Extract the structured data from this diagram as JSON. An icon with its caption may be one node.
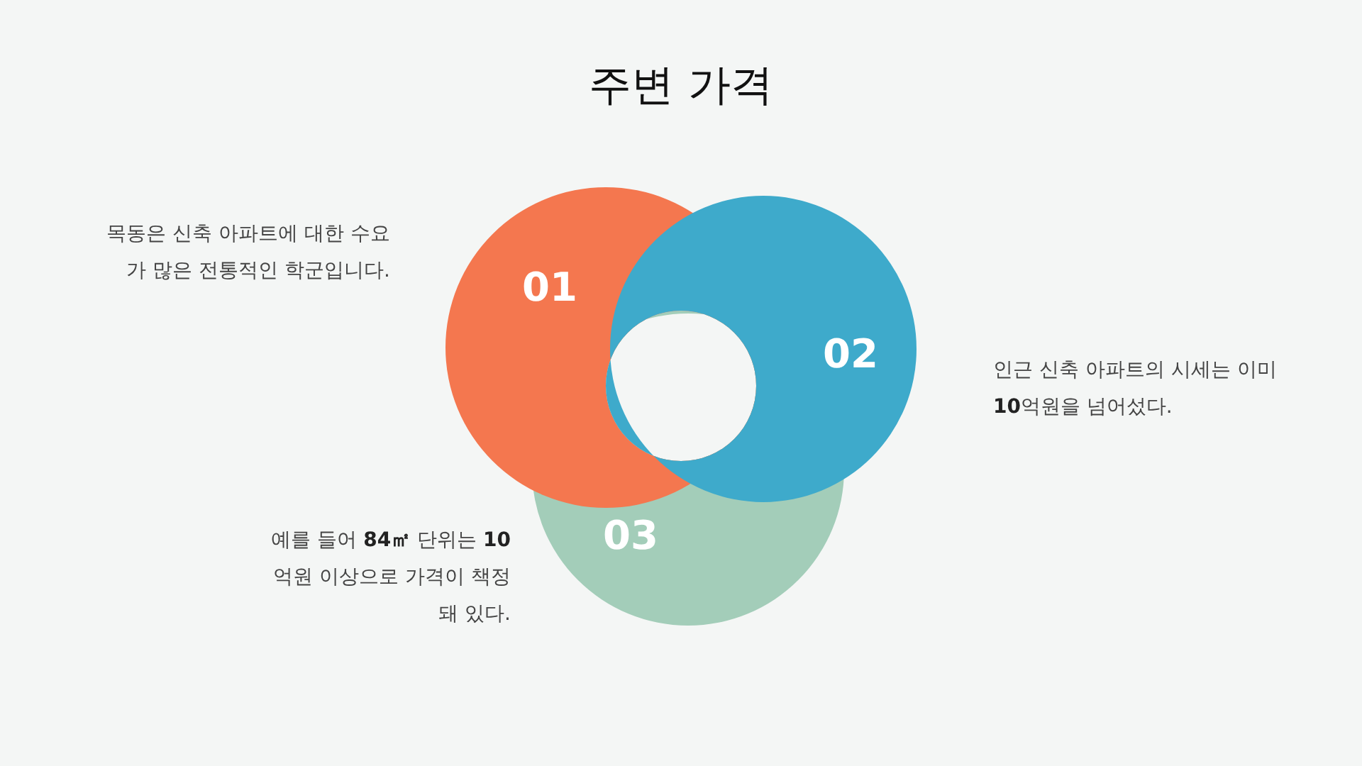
{
  "diagram": {
    "title": "주변 가격",
    "nodes": [
      {
        "text": [
          "01"
        ],
        "beside": [
          "목동은 신축 아파트에 대한 수요가 많은 전통적인 학군입니다."
        ]
      },
      {
        "text": [
          "02"
        ],
        "beside": [
          "인근 신축 아파트의 시세는 이미 **10**억원을 넘어섰다."
        ]
      },
      {
        "text": [
          "03"
        ],
        "beside": [
          "예를 들어 **84㎡** 단위는 **10**억원 이상으로 가격이 책정돼 있다."
        ]
      }
    ],
    "edges": []
  }
}
